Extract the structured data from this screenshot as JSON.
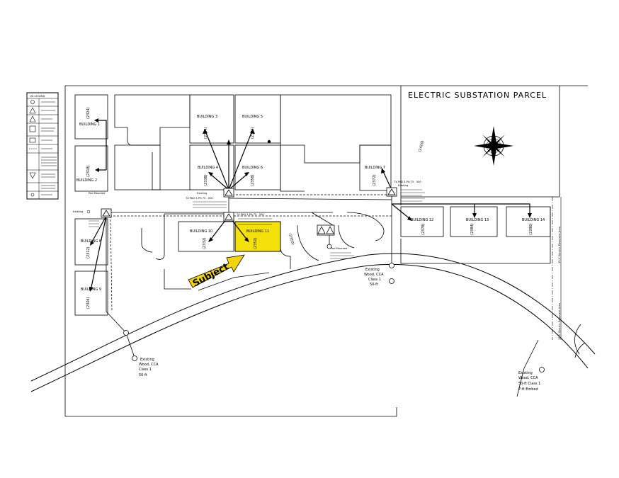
{
  "title": "ELECTRIC SUBSTATION PARCEL",
  "subject_label": "Subject",
  "legend": {
    "title": "UG LEGEND",
    "rows": [
      "",
      "",
      "",
      "",
      "",
      "",
      "",
      "",
      ""
    ]
  },
  "buildings": [
    {
      "name": "BUILDING 1",
      "number": "(2324)"
    },
    {
      "name": "BUILDING 2",
      "number": "(2318)"
    },
    {
      "name": "BUILDING 3",
      "number": "(2344)"
    },
    {
      "name": "BUILDING 4",
      "number": "(2338)"
    },
    {
      "name": "BUILDING 5",
      "number": "(2364)"
    },
    {
      "name": "BUILDING 6",
      "number": "(2358)"
    },
    {
      "name": "BUILDING 7",
      "number": "(2372)"
    },
    {
      "name": "BUILDING 8",
      "number": "(2312)"
    },
    {
      "name": "BUILDING 9",
      "number": "(2306)"
    },
    {
      "name": "BUILDING 10",
      "number": "(2332)"
    },
    {
      "name": "BUILDING 11",
      "number": "(2352)"
    },
    {
      "name": "BUILDING 12",
      "number": "(2378)"
    },
    {
      "name": "BUILDING 13",
      "number": "(2384)"
    },
    {
      "name": "BUILDING 14",
      "number": "(2390)"
    }
  ],
  "parcel_numbers": {
    "substation": "(2420)",
    "lower": "(2350)"
  },
  "easements": {
    "upper": "15.0' Electric Easement Area",
    "lower": "15.0' Electric Easement Area"
  },
  "annotations": {
    "existing_left": "Existing",
    "existing_top": "Existing",
    "existing_right": "Existing",
    "pad_mounted_left": "Pad Mounted",
    "tx_pad_center": "TX PAD 3-PH 75 - 500",
    "tx_pad_left": "TX PAD 3-PH 75 - 500",
    "tx_pad_right": "TX PAD 3-PH 75 - 500",
    "pad_mounted_center": "Pad Mounted",
    "pole_center": {
      "line1": "Existing",
      "line2": "Wood, CCA",
      "line3": "Class 1",
      "line4": "50-ft"
    },
    "pole_left": {
      "line1": "Existing",
      "line2": "Wood, CCA",
      "line3": "Class 1",
      "line4": "50-ft"
    },
    "pole_right": {
      "line1": "Existing",
      "line2": "Wood, CCA",
      "line3": "50-ft Class 1",
      "line4": "7-ft Embed"
    }
  },
  "colors": {
    "subject_fill": "#f5e10a",
    "arrow_fill": "#f2d40c",
    "ink": "#000000"
  }
}
